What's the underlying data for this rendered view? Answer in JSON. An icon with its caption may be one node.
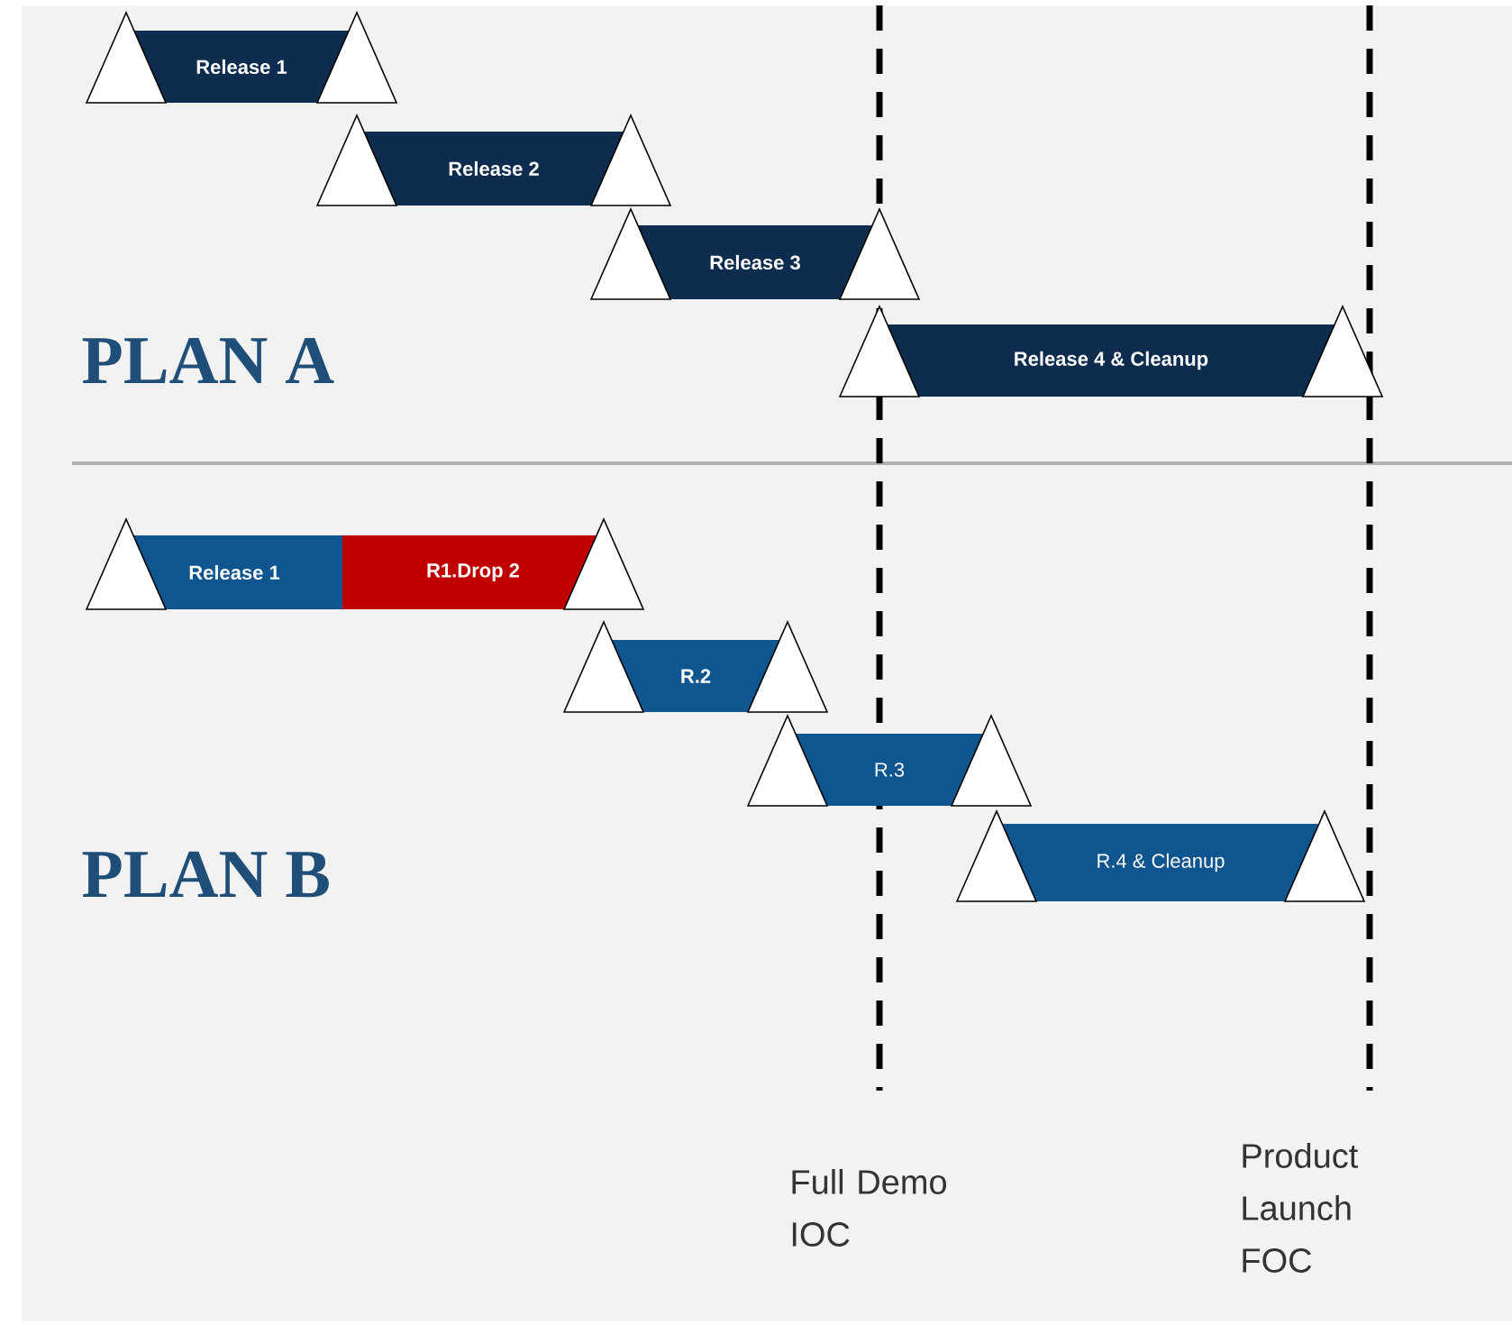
{
  "diagram": {
    "nodes": [
      {
        "text": [
          "Release 1"
        ]
      },
      {
        "text": [
          "Release 2"
        ]
      },
      {
        "text": [
          "Release 3"
        ]
      },
      {
        "text": [
          "Release 4 & Cleanup"
        ]
      },
      {
        "text": [
          "Release 1"
        ]
      },
      {
        "text": [
          "R1.Drop 2"
        ]
      },
      {
        "text": [
          "R.2"
        ]
      },
      {
        "text": [
          "R.3"
        ]
      },
      {
        "text": [
          "R.4 & Cleanup"
        ]
      }
    ],
    "labels": [
      "PLAN A",
      "PLAN B",
      "Full Demo IOC",
      "Product Launch FOC"
    ]
  }
}
